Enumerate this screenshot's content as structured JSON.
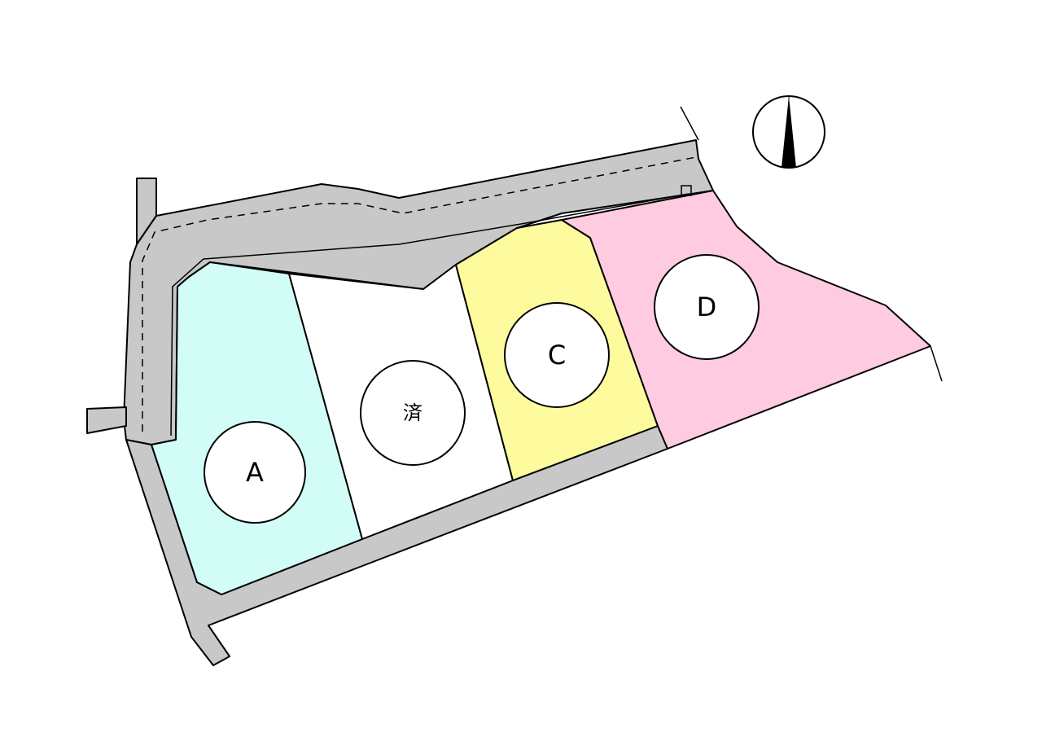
{
  "map": {
    "lots": [
      {
        "id": "A",
        "label": "A",
        "color": "#d2fcf6"
      },
      {
        "id": "sold",
        "label": "済",
        "color": "#ffffff"
      },
      {
        "id": "C",
        "label": "C",
        "color": "#fdfb9e"
      },
      {
        "id": "D",
        "label": "D",
        "color": "#fecbe0"
      }
    ],
    "road_color": "#c8c8c8",
    "north_arrow": "north-arrow-icon"
  }
}
